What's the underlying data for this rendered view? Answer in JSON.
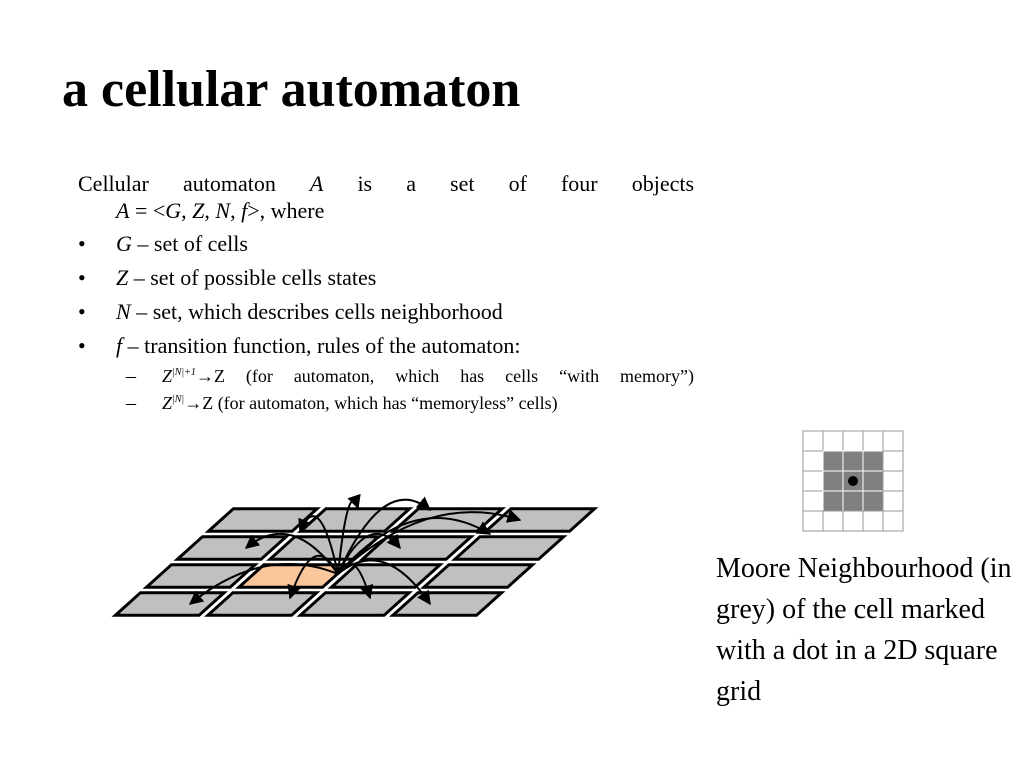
{
  "slide": {
    "title": "a cellular automaton",
    "intro_line1": [
      "Cellular",
      "automaton",
      "A",
      "is",
      "a",
      "set",
      "of",
      "four",
      "objects"
    ],
    "intro_line2": {
      "a": "A",
      "eq": " = <",
      "g": "G",
      "c1": ", ",
      "z": "Z",
      "c2": ", ",
      "n": "N",
      "c3": ", ",
      "f": "f",
      "end": ">, where"
    },
    "bullet_mark": "•",
    "sub_mark": "–",
    "bullets": [
      {
        "symbol": "G",
        "dash": " – ",
        "text": "set of cells"
      },
      {
        "symbol": "Z",
        "dash": " – ",
        "text": "set of possible cells states"
      },
      {
        "symbol": "N",
        "dash": " – ",
        "text": "set, which describes cells neighborhood"
      },
      {
        "symbol": "f",
        "dash": " – ",
        "text": "transition function, rules of the automaton:"
      }
    ],
    "sub_items": [
      {
        "z": "Z",
        "sup": "|N|+1",
        "arrow": "→Z",
        "text": " (for automaton, which has cells “with memory”)"
      },
      {
        "z": "Z",
        "sup": "|N|",
        "arrow": "→Z",
        "text": " (for automaton, which has “memoryless” cells)"
      }
    ],
    "caption": "Moore Neighbourhood (in grey) of the cell marked with a dot in a 2D square grid"
  },
  "colors": {
    "grid_cell": "#c0c0c0",
    "center_cell": "#fac79c",
    "moore_grey": "#808080",
    "line": "#000000"
  },
  "moore_grid": {
    "rows": 5,
    "cols": 5,
    "neighbourhood": "3x3 around center",
    "marked_cell": "center"
  }
}
